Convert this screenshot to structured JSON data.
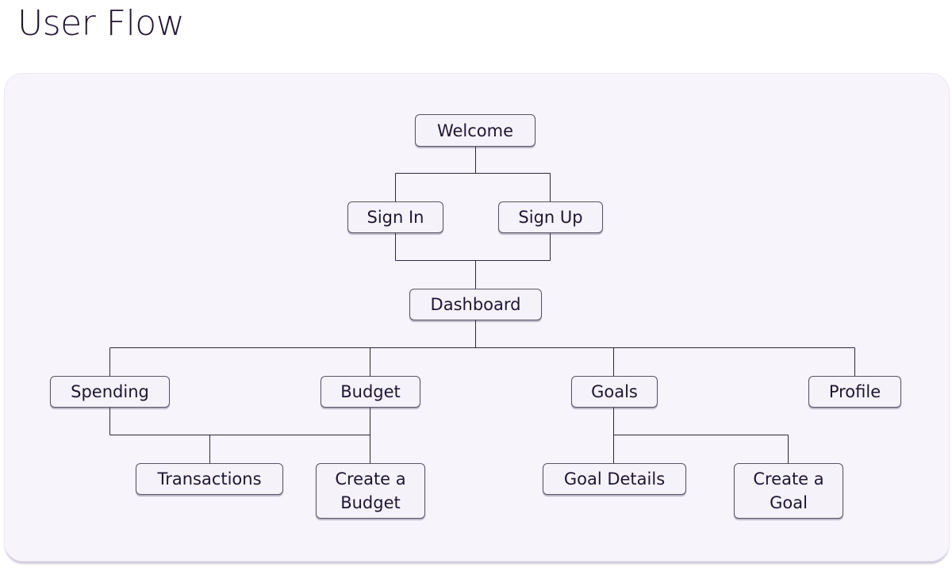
{
  "title": "User Flow",
  "colors": {
    "text": "#231534",
    "canvas_background": "#f7f5fb",
    "node_background": "#f5f2fa",
    "node_border": "#5a5266",
    "connector": "#2d2540"
  },
  "nodes": {
    "welcome": "Welcome",
    "sign_in": "Sign In",
    "sign_up": "Sign Up",
    "dashboard": "Dashboard",
    "spending": "Spending",
    "budget": "Budget",
    "goals": "Goals",
    "profile": "Profile",
    "transactions": "Transactions",
    "create_budget": "Create a\nBudget",
    "goal_details": "Goal Details",
    "create_goal": "Create a\nGoal"
  }
}
